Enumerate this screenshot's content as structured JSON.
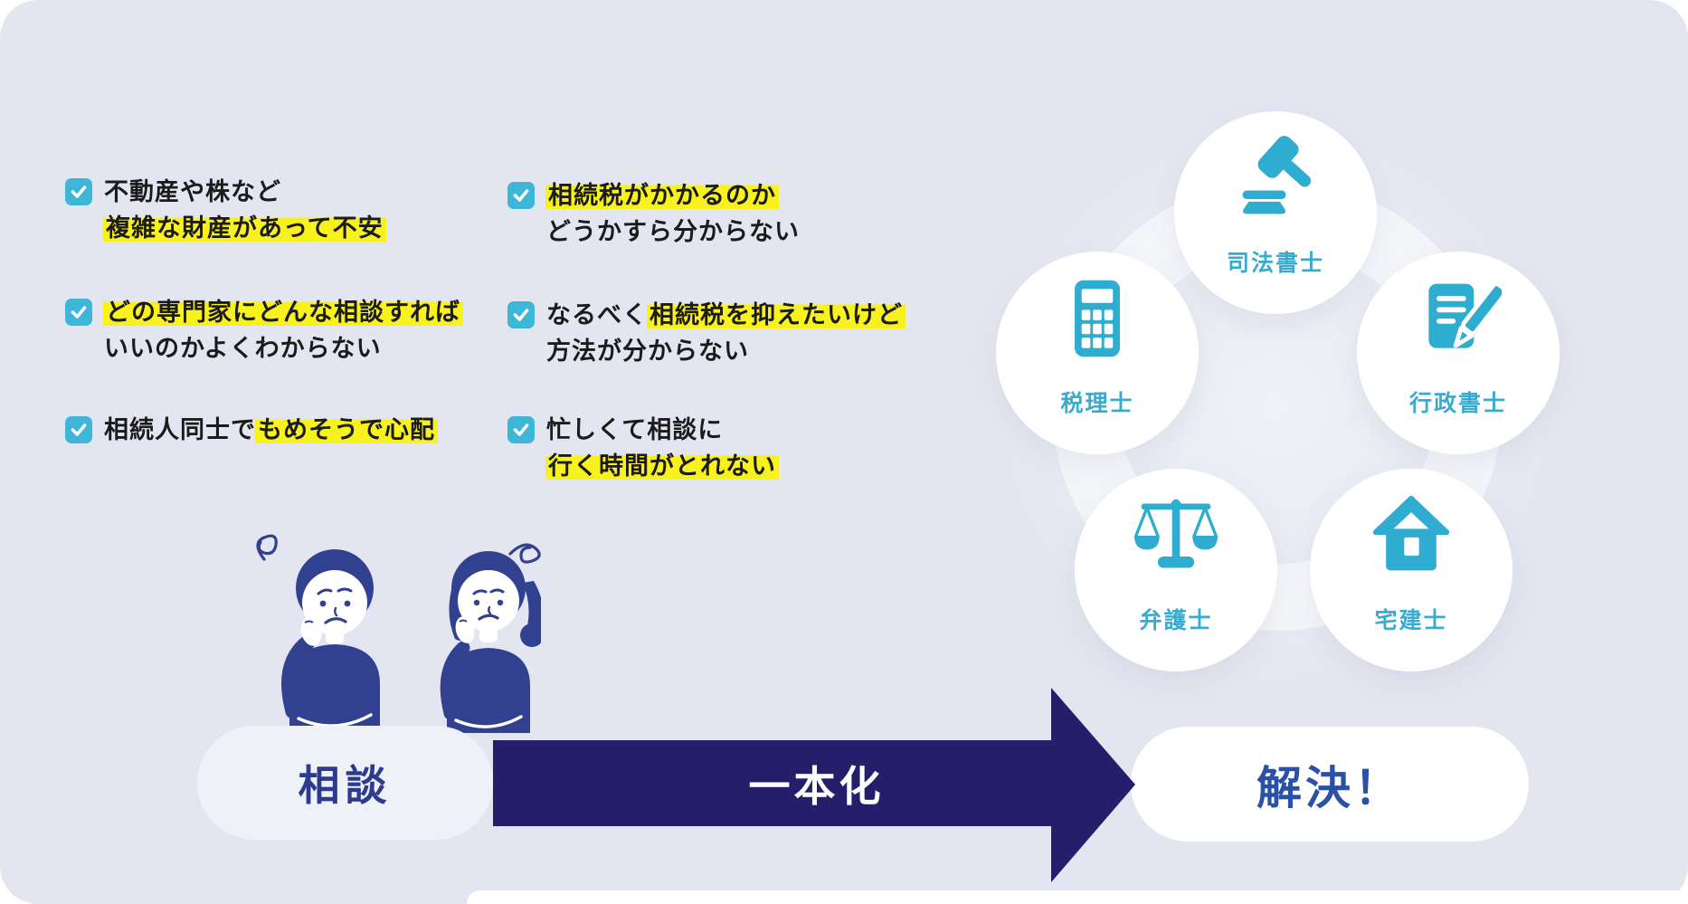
{
  "colors": {
    "background": "#e3e6f0",
    "accent_teal": "#2fadd1",
    "checkbox_teal": "#3eb6d7",
    "highlight_yellow": "#f7f21e",
    "arrow_navy": "#251e6a",
    "start_text_navy": "#2e3b8d",
    "result_text_blue": "#2a51a5",
    "illustration_navy": "#32418f"
  },
  "checklist": {
    "items": [
      {
        "lines": [
          {
            "pre": "不動産や株など"
          },
          {
            "hl": "複雑な財産があって不安"
          }
        ]
      },
      {
        "lines": [
          {
            "hl": "どの専門家にどんな相談すれば"
          },
          {
            "pre": "いいのかよくわからない"
          }
        ]
      },
      {
        "lines": [
          {
            "pre": "相続人同士で",
            "hl": "もめそうで心配"
          }
        ]
      },
      {
        "lines": [
          {
            "hl": "相続税がかかるのか"
          },
          {
            "pre": "どうかすら分からない"
          }
        ]
      },
      {
        "lines": [
          {
            "pre": "なるべく",
            "hl": "相続税を抑えたいけど"
          },
          {
            "pre": "方法が分からない"
          }
        ]
      },
      {
        "lines": [
          {
            "pre": "忙しくて相談に"
          },
          {
            "hl": "行く時間がとれない"
          }
        ]
      }
    ]
  },
  "professionals": {
    "members": [
      {
        "label": "司法書士",
        "icon": "gavel-icon"
      },
      {
        "label": "税理士",
        "icon": "calculator-icon"
      },
      {
        "label": "行政書士",
        "icon": "document-pencil-icon"
      },
      {
        "label": "弁護士",
        "icon": "scales-icon"
      },
      {
        "label": "宅建士",
        "icon": "house-icon"
      }
    ]
  },
  "flow": {
    "start_label": "相談",
    "middle_label": "一本化",
    "end_label": "解決！"
  }
}
